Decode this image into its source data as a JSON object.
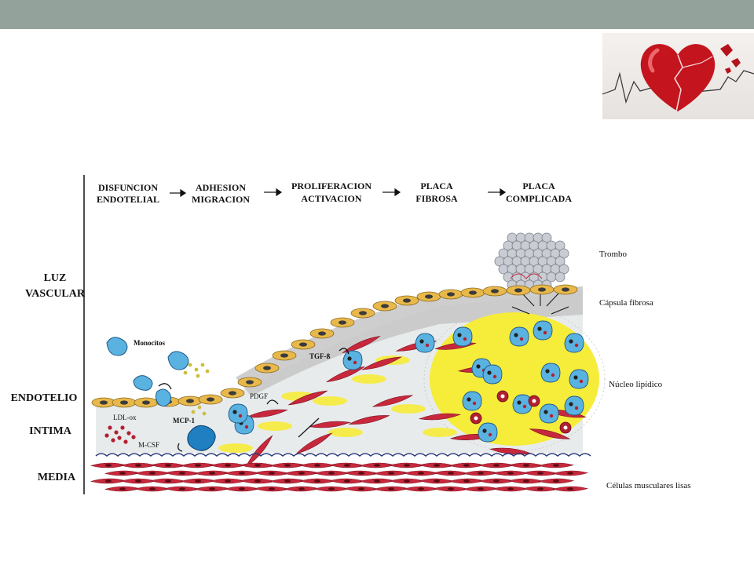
{
  "stages": [
    {
      "l1": "DISFUNCION",
      "l2": "ENDOTELIAL"
    },
    {
      "l1": "ADHESION",
      "l2": "MIGRACION"
    },
    {
      "l1": "PROLIFERACION",
      "l2": "ACTIVACION"
    },
    {
      "l1": "PLACA",
      "l2": "FIBROSA"
    },
    {
      "l1": "PLACA",
      "l2": "COMPLICADA"
    }
  ],
  "layers": {
    "luz_1": "LUZ",
    "luz_2": "VASCULAR",
    "endotelio": "ENDOTELIO",
    "intima": "INTIMA",
    "media": "MEDIA"
  },
  "right_labels": {
    "trombo": "Trombo",
    "capsula": "Cápsula fibrosa",
    "nucleo": "Núcleo lipídico",
    "celulas": "Células musculares lisas"
  },
  "inner_labels": {
    "monocitos": "Monocitos",
    "ldl": "LDL-ox",
    "mcp": "MCP-1",
    "mcsf": "M-CSF",
    "pdgf": "PDGF",
    "tgf": "TGF-ß"
  },
  "colors": {
    "topbar": "#93a29a",
    "endothelial_cell": "#e8b84a",
    "smooth_muscle": "#c8283c",
    "monocyte": "#5ab2e0",
    "lipid_core": "#f6ec3a"
  }
}
